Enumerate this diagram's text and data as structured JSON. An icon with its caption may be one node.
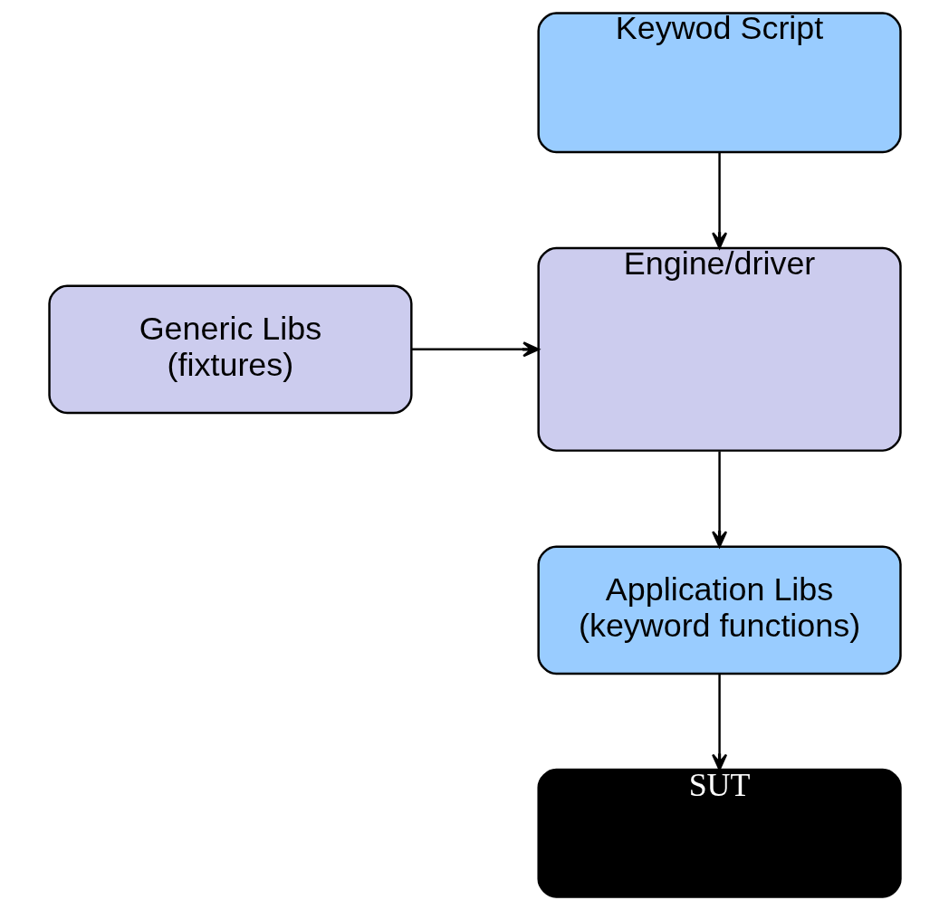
{
  "diagram": {
    "nodes": [
      {
        "text": [
          "Keywod Script"
        ]
      },
      {
        "text": [
          "Engine/driver"
        ]
      },
      {
        "text": [
          "Generic Libs (fixtures)"
        ]
      },
      {
        "text": [
          "Application Libs (keyword functions)"
        ]
      },
      {
        "text": [
          "SUT"
        ]
      }
    ],
    "edges": [
      {
        "from": 0,
        "to": 1,
        "arrow": "to"
      },
      {
        "from": 2,
        "to": 1,
        "arrow": "to"
      },
      {
        "from": 1,
        "to": 3,
        "arrow": "to"
      },
      {
        "from": 3,
        "to": 4,
        "arrow": "to"
      }
    ]
  }
}
